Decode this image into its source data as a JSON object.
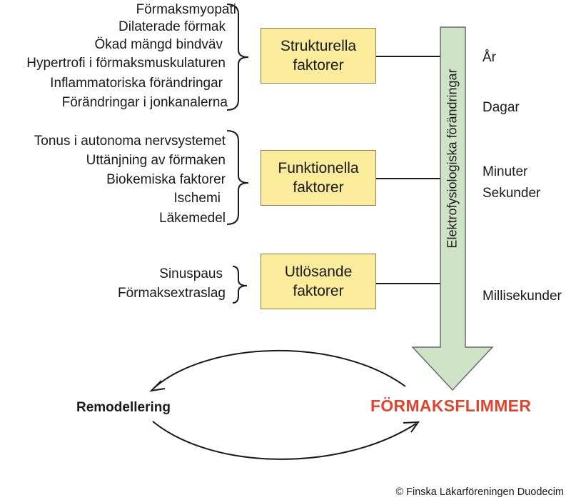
{
  "structural": {
    "items": [
      "Förmaksmyopati",
      "Dilaterade förmak",
      "Ökad mängd  bindväv",
      "Hypertrofi i förmaksmuskulaturen",
      "Inflammatoriska förändringar",
      "Förändringar i jonkanalerna"
    ],
    "box_line1": "Strukturella",
    "box_line2": "faktorer"
  },
  "functional": {
    "items": [
      "Tonus i autonoma nervsystemet",
      "Uttänjning av förmaken",
      "Biokemiska faktorer",
      "Ischemi",
      "Läkemedel"
    ],
    "box_line1": "Funktionella",
    "box_line2": "faktorer"
  },
  "trigger": {
    "items": [
      "Sinuspaus",
      "Förmaksextraslag"
    ],
    "box_line1": "Utlösande",
    "box_line2": "faktorer"
  },
  "arrow_label": "Elektrofysiologiska förändringar",
  "timescale": [
    "År",
    "Dagar",
    "Minuter",
    "Sekunder",
    "Millisekunder"
  ],
  "remodeling": "Remodellering",
  "afib": "FÖRMAKSFLIMMER",
  "copyright": "© Finska Läkarföreningen Duodecim",
  "colors": {
    "box_fill": "#fbec9b",
    "arrow_fill": "#cfe3c6",
    "afib": "#e0442e"
  }
}
